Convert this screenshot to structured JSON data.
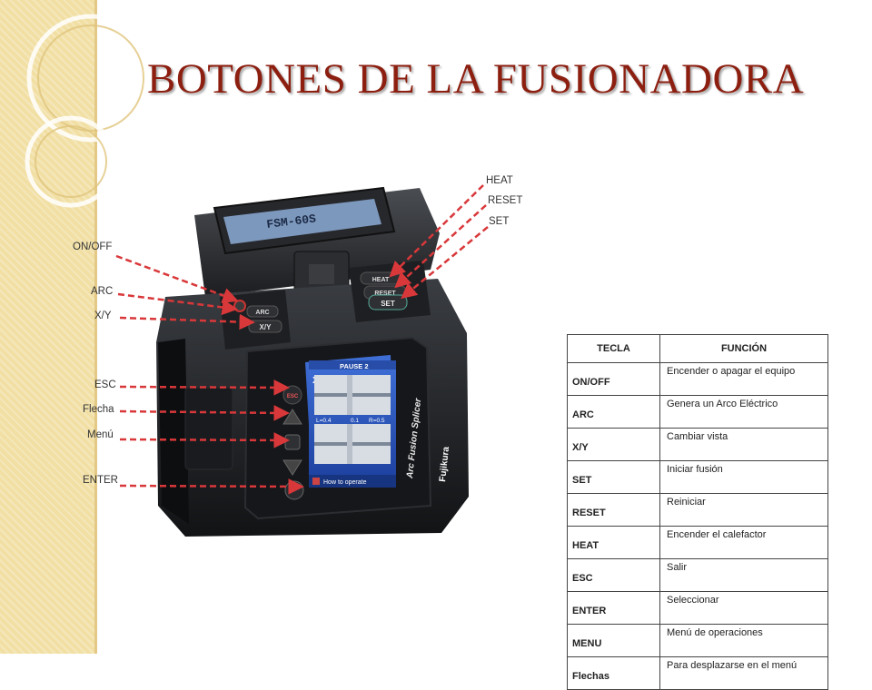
{
  "title": "BOTONES DE LA FUSIONADORA",
  "labels": {
    "left": {
      "onoff": "ON/OFF",
      "arc": "ARC",
      "xy": "X/Y",
      "esc": "ESC",
      "flecha": "Flecha",
      "menu": "Menú",
      "enter": "ENTER"
    },
    "right": {
      "heat": "HEAT",
      "reset": "RESET",
      "set": "SET"
    }
  },
  "device": {
    "display_model": "FSM-60S",
    "brand": "Fujikura",
    "side_text": "Arc Fusion Splicer",
    "screen_header": "PAUSE 2",
    "screen_marker": "X",
    "screen_readout_left": "L=0.4",
    "screen_readout_mid": "0.1",
    "screen_readout_right": "R=0.5",
    "screen_footer": "How to operate",
    "btn_heat": "HEAT",
    "btn_reset": "RESET",
    "btn_set": "SET",
    "btn_arc": "ARC",
    "btn_xy": "X/Y",
    "btn_esc": "ESC"
  },
  "table": {
    "headers": {
      "key": "TECLA",
      "function": "FUNCIÓN"
    },
    "rows": [
      {
        "key": "ON/OFF",
        "function": "Encender o apagar el equipo"
      },
      {
        "key": "ARC",
        "function": "Genera un Arco Eléctrico"
      },
      {
        "key": "X/Y",
        "function": "Cambiar vista"
      },
      {
        "key": "SET",
        "function": "Iniciar fusión"
      },
      {
        "key": "RESET",
        "function": "Reiniciar"
      },
      {
        "key": "HEAT",
        "function": "Encender el calefactor"
      },
      {
        "key": "ESC",
        "function": "Salir"
      },
      {
        "key": "ENTER",
        "function": "Seleccionar"
      },
      {
        "key": "MENU",
        "function": "Menú de operaciones"
      },
      {
        "key": "Flechas",
        "function": "Para desplazarse en el menú"
      }
    ]
  },
  "colors": {
    "title": "#8c1f10",
    "arrows": "#d9383a",
    "sidebar": "#f1dfa4"
  }
}
